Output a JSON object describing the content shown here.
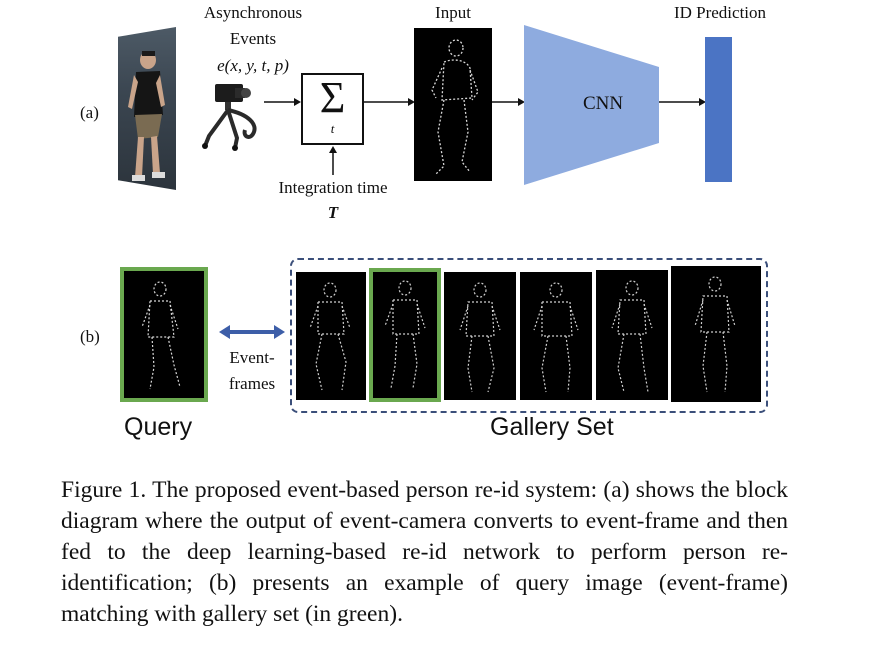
{
  "panel_a": {
    "label": "(a)",
    "events_title_line1": "Asynchronous",
    "events_title_line2": "Events",
    "events_formula": "e(x, y, t, p)",
    "sigma_symbol": "Σ",
    "sigma_subscript": "t",
    "integration_label": "Integration time",
    "integration_symbol": "T",
    "input_label": "Input",
    "cnn_label": "CNN",
    "prediction_label": "ID Prediction",
    "colors": {
      "cnn": "#8eabdf",
      "prediction": "#4b74c4"
    }
  },
  "panel_b": {
    "label": "(b)",
    "arrow_label_line1": "Event-",
    "arrow_label_line2": "frames",
    "query_label": "Query",
    "gallery_label": "Gallery Set",
    "colors": {
      "match_border": "#6aa84f",
      "arrow": "#3d5ea8",
      "gallery_border": "#3b4f7a"
    }
  },
  "caption": "Figure 1. The proposed event-based person re-id system: (a) shows the block diagram where the output of event-camera converts to event-frame and then fed to the deep learning-based re-id network to perform person re-identification; (b) presents an example of query image (event-frame) matching with gallery set (in green)."
}
